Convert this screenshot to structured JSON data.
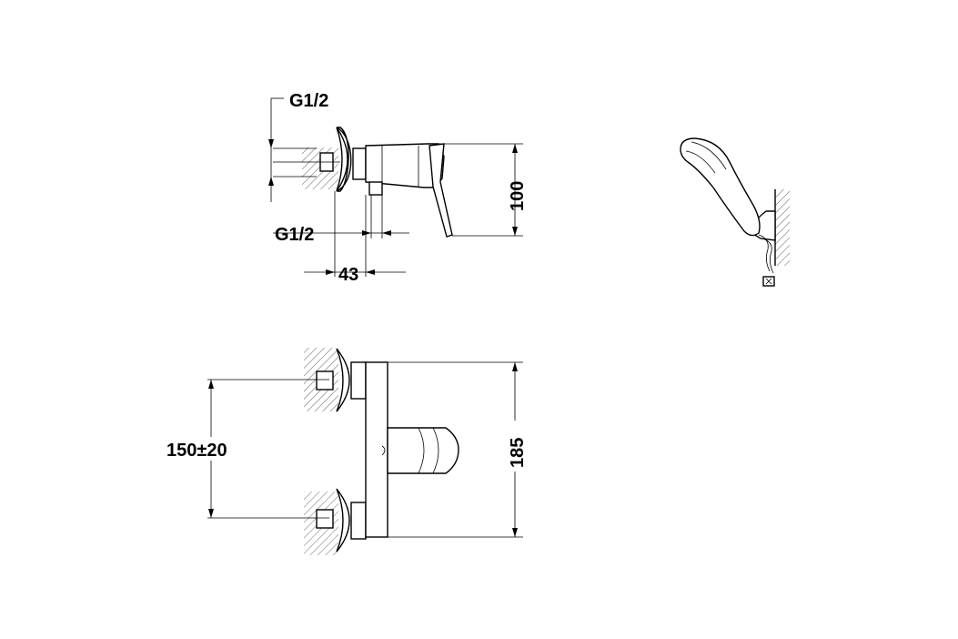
{
  "dimensions": {
    "thread_top": "G1/2",
    "thread_bottom": "G1/2",
    "depth": "43",
    "height_side": "100",
    "center_distance": "150±20",
    "height_front": "185"
  }
}
